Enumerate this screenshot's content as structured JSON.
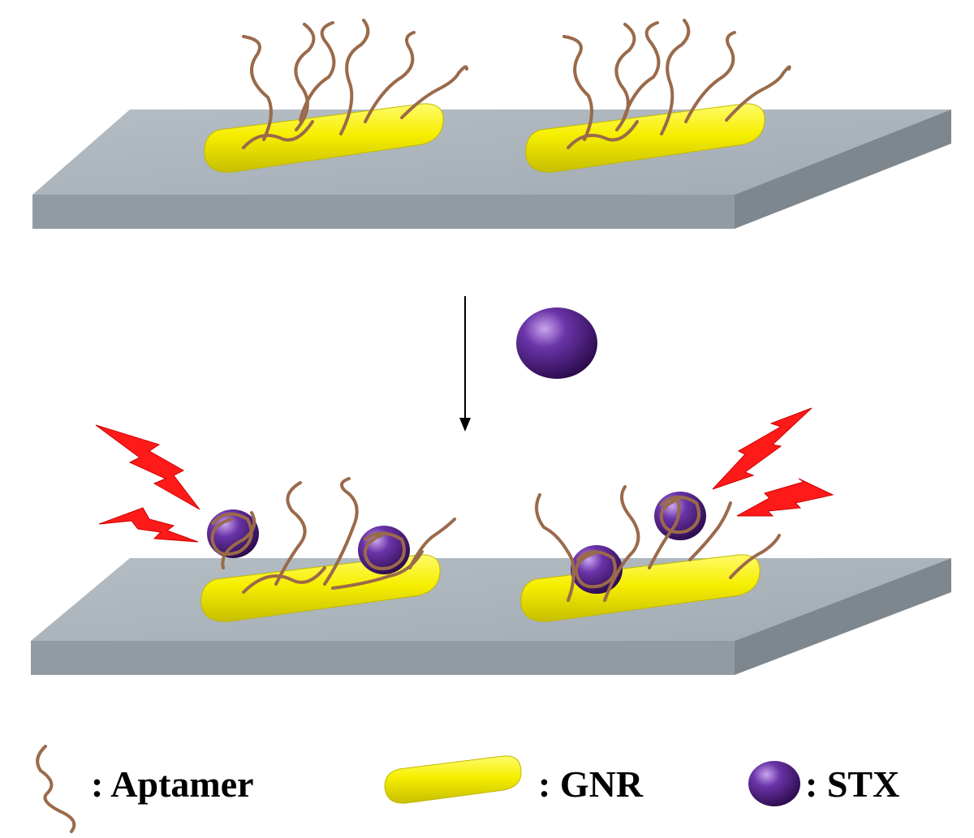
{
  "legend": {
    "aptamer_label": ": Aptamer",
    "gnr_label": ": GNR",
    "stx_label": ": STX"
  },
  "colors": {
    "substrate_top": "#a9b2ba",
    "substrate_front": "#8f979e",
    "substrate_side": "#7d858c",
    "gnr": "#f4ee00",
    "gnr_shadow": "#c9c100",
    "aptamer": "#9a6a4a",
    "stx": "#5a2a8a",
    "signal": "#ff1a1a",
    "arrow": "#000000"
  }
}
